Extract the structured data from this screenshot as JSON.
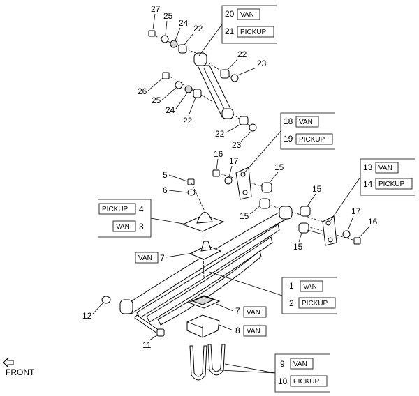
{
  "callouts": {
    "n27": "27",
    "n25a": "25",
    "n24a": "24",
    "n22a": "22",
    "n22b": "22",
    "n23a": "23",
    "n26": "26",
    "n25b": "25",
    "n24b": "24",
    "n22c": "22",
    "n22d": "22",
    "n23b": "23",
    "n16a": "16",
    "n17a": "17",
    "n15a": "15",
    "n15b": "15",
    "n15c": "15",
    "n15d": "15",
    "n17b": "17",
    "n16b": "16",
    "n5": "5",
    "n6": "6",
    "n12": "12",
    "n11": "11"
  },
  "legend": {
    "r20": {
      "num": "20",
      "label": "VAN"
    },
    "r21": {
      "num": "21",
      "label": "PICKUP"
    },
    "r18": {
      "num": "18",
      "label": "VAN"
    },
    "r19": {
      "num": "19",
      "label": "PICKUP"
    },
    "r13": {
      "num": "13",
      "label": "VAN"
    },
    "r14": {
      "num": "14",
      "label": "PICKUP"
    },
    "r4": {
      "num": "4",
      "label": "PICKUP"
    },
    "r3": {
      "num": "3",
      "label": "VAN"
    },
    "r7a": {
      "num": "7",
      "label": "VAN"
    },
    "r1": {
      "num": "1",
      "label": "VAN"
    },
    "r2": {
      "num": "2",
      "label": "PICKUP"
    },
    "r7b": {
      "num": "7",
      "label": "VAN"
    },
    "r8": {
      "num": "8",
      "label": "VAN"
    },
    "r9": {
      "num": "9",
      "label": "VAN"
    },
    "r10": {
      "num": "10",
      "label": "PICKUP"
    }
  },
  "front_label": "FRONT"
}
